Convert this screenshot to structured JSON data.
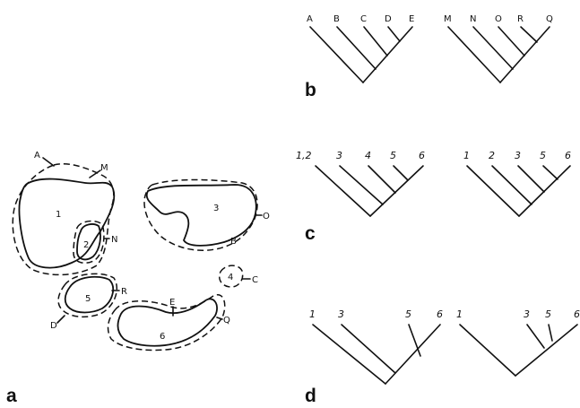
{
  "panels": {
    "a": "a",
    "b": "b",
    "c": "c",
    "d": "d"
  },
  "map": {
    "area_labels": [
      "1",
      "2",
      "3",
      "4",
      "5",
      "6"
    ],
    "dashed_labels": [
      "A",
      "M",
      "N",
      "O",
      "B",
      "C",
      "R",
      "D",
      "E",
      "Q"
    ]
  },
  "trees": {
    "b_left": {
      "tips": [
        "A",
        "B",
        "C",
        "D",
        "E"
      ]
    },
    "b_right": {
      "tips": [
        "M",
        "N",
        "O",
        "R",
        "Q"
      ]
    },
    "c_left": {
      "tips": [
        "1,2",
        "3",
        "4",
        "5",
        "6"
      ]
    },
    "c_right": {
      "tips": [
        "1",
        "2",
        "3",
        "5",
        "6"
      ]
    },
    "d_left": {
      "tips": [
        "1",
        "3",
        "5",
        "6"
      ]
    },
    "d_right": {
      "tips": [
        "1",
        "3",
        "5",
        "6"
      ]
    }
  }
}
